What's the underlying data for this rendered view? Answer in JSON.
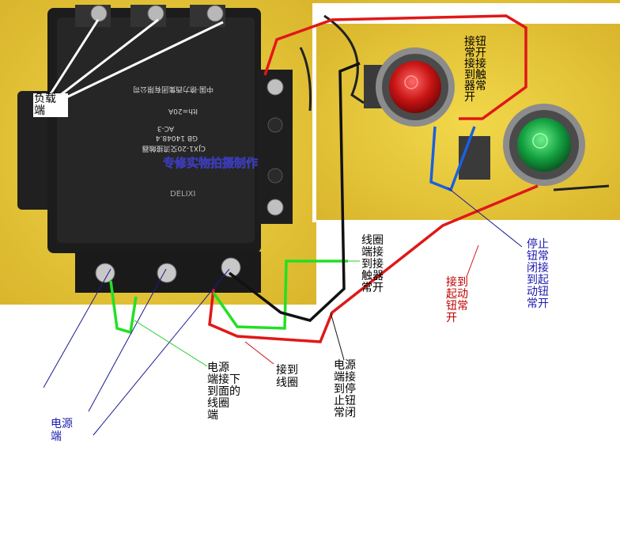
{
  "photo_caption": "专修实物拍摄制作",
  "nameplate": {
    "model": "CJX1-20交流接触器",
    "standard": "GB 14048.4",
    "ac": "AC-3",
    "rating_line": "Ith=20A",
    "maker": "中国·德力西集团有限公司"
  },
  "labels": {
    "load_terminal": "负载\n端",
    "button_no_to_contactor": "接钮\n常开\n接接\n到触\n器常\n开",
    "coil_terminal": "线圈\n端接\n到接\n触器\n常开",
    "stop_no_to_start": "停止\n钮常\n闭接\n到起\n动钮\n常开",
    "to_start_no": "接到\n起动\n钮常\n开",
    "power_to_coil": "电源\n端接下\n到面的\n线圈\n端",
    "to_coil": "接到\n线圈",
    "power_to_stop_nc": "电源\n端接\n到停\n止钮\n常闭",
    "power_terminal": "电源\n端"
  },
  "colors": {
    "red_wire": "#e01818",
    "green_wire": "#22e022",
    "blue_wire": "#1a60e0",
    "black_wire": "#111111",
    "contactor_body": "#1c1c1c",
    "fabric": "#e8c838",
    "red_lamp": "#d01818",
    "green_lamp": "#18a040"
  }
}
